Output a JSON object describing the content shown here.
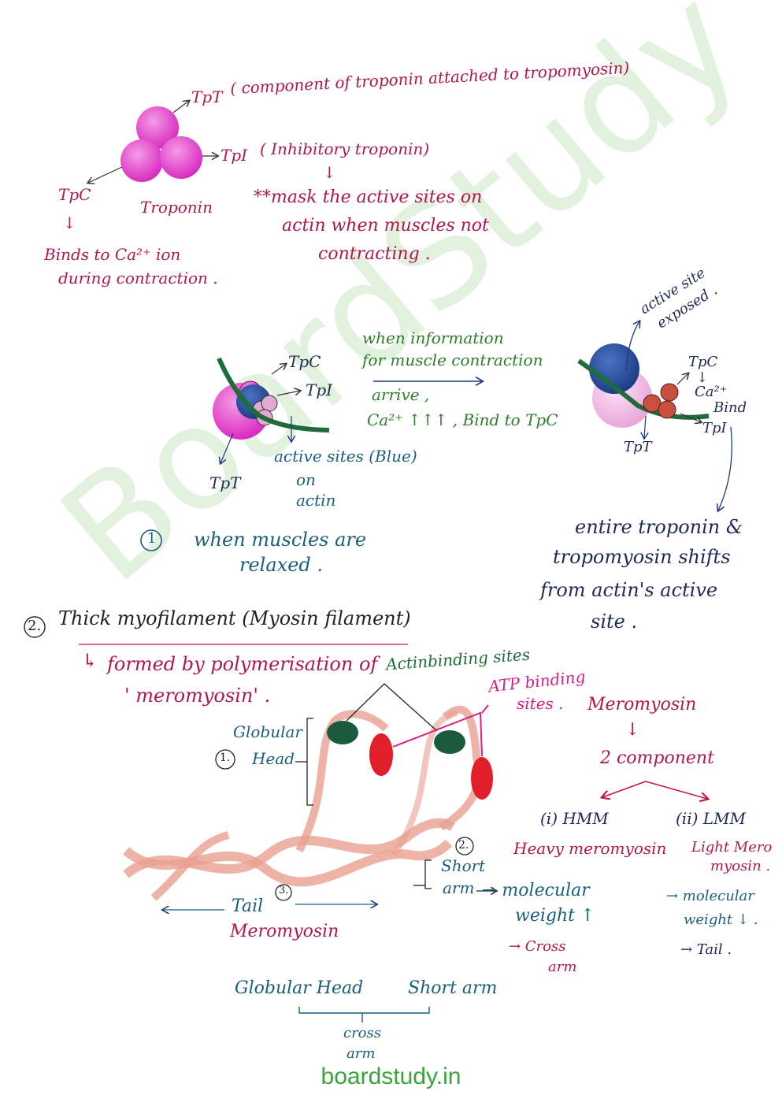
{
  "colors": {
    "magenta": "#e13fc7",
    "blue": "#233a8a",
    "green": "#1f6b3a",
    "red": "#e01f2b",
    "teal": "#1b5f7a"
  },
  "watermark": "BoardStudy",
  "footer": "boardstudy.in",
  "troponin": {
    "tpt_label": "TpT",
    "tpt_desc": "( component of troponin attached to tropomyosin)",
    "tpi_label": "TpI",
    "tpi_desc": "( Inhibitory troponin)",
    "tpi_arrow": "↓",
    "tpi_note_line1": "**mask the active sites on",
    "tpi_note_line2": "actin when muscles not",
    "tpi_note_line3": "contracting .",
    "tpc_label": "TpC",
    "tpc_arrow": "↓",
    "name": "Troponin",
    "tpc_note_line1": "Binds to Ca²⁺ ion",
    "tpc_note_line2": "during contraction ."
  },
  "relaxed": {
    "tpc": "TpC",
    "tpi": "TpI",
    "tpt": "TpT",
    "active_line1": "active sites (Blue)",
    "active_line2": "on",
    "active_line3": "actin",
    "num": "1",
    "caption_line1": "when muscles are",
    "caption_line2": "relaxed ."
  },
  "middle": {
    "line1": "when information",
    "line2": "for muscle contraction",
    "line3": "arrive ,",
    "line4": "Ca²⁺ ↑↑↑ , Bind to TpC"
  },
  "contracted": {
    "exposed_line1": "active site",
    "exposed_line2": "exposed .",
    "tpc": "TpC",
    "tpc_arrow": "↓",
    "ca": "Ca²⁺",
    "bind": "Bind",
    "tpi": "TpI",
    "tpt": "TpT",
    "shift_line1": "entire troponin &",
    "shift_line2": "tropomyosin shifts",
    "shift_line3": "from actin's active",
    "shift_line4": "site ."
  },
  "thick": {
    "num": "2.",
    "title": "Thick myofilament (Myosin filament)",
    "formed_arrow": "↳",
    "formed_line1": "formed by polymerisation of",
    "formed_line2": "' meromyosin' .",
    "actin_binding": "Actinbinding sites",
    "atp_line1": "ATP binding",
    "atp_line2": "sites .",
    "globular_line1": "Globular",
    "head_num": "1.",
    "globular_line2": "Head",
    "short_num": "2.",
    "short_line1": "Short",
    "short_line2": "arm",
    "tail_num": "3.",
    "tail": "Tail",
    "tail_name": "Meromyosin"
  },
  "meromyosin": {
    "title": "Meromyosin",
    "arrow": "↓",
    "components": "2 component",
    "hmm_label": "(i) HMM",
    "lmm_label": "(ii) LMM",
    "hmm_name": "Heavy meromyosin",
    "lmm_line1": "Light Mero",
    "lmm_line2": "myosin .",
    "hmm_w1": "→ molecular",
    "hmm_w2": "weight ↑",
    "hmm_c1": "→ Cross",
    "hmm_c2": "arm",
    "lmm_w1": "→ molecular",
    "lmm_w2": "weight ↓ .",
    "lmm_t": "→ Tail ."
  },
  "crossarm": {
    "head": "Globular Head",
    "arm": "Short arm",
    "line1": "cross",
    "line2": "arm"
  }
}
